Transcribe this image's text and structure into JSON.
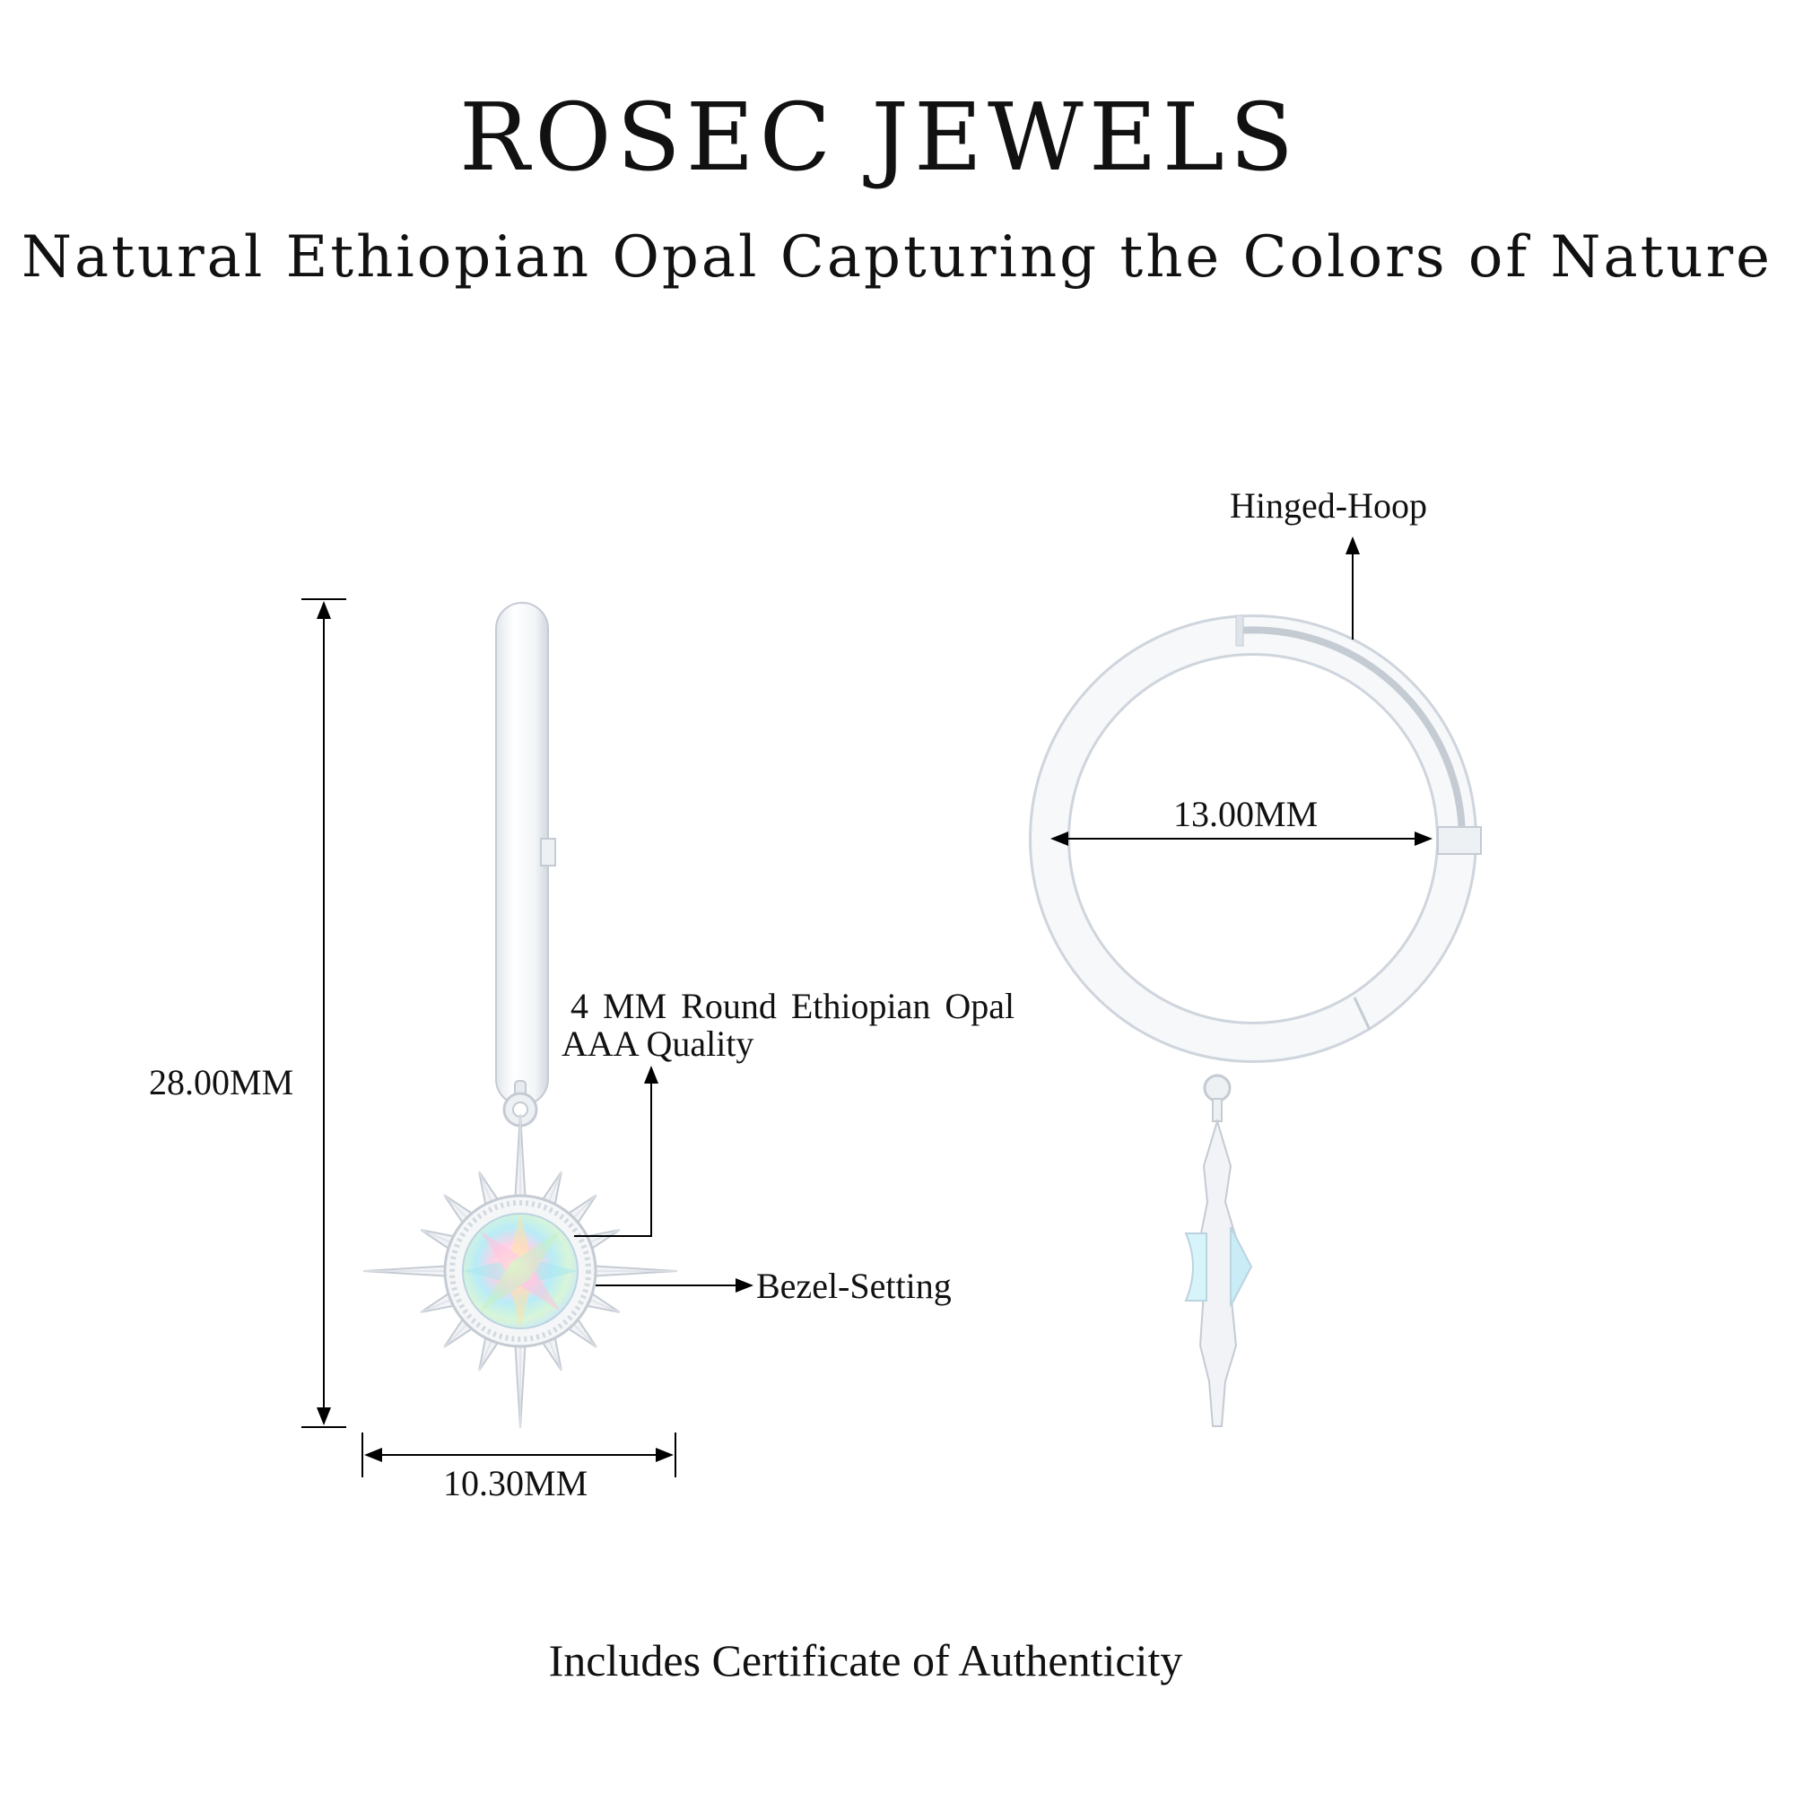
{
  "header": {
    "brand": "ROSEC JEWELS",
    "tagline": "Natural Ethiopian Opal Capturing the Colors of Nature"
  },
  "front_view": {
    "height_label": "28.00MM",
    "width_label": "10.30MM",
    "stone_label_line1": "4 MM Round Ethiopian Opal",
    "stone_label_line2": "AAA Quality",
    "setting_label": "Bezel-Setting"
  },
  "side_view": {
    "hoop_label": "Hinged-Hoop",
    "diameter_label": "13.00MM"
  },
  "footer": {
    "note": "Includes Certificate of Authenticity"
  },
  "colors": {
    "metal": "#f1f3f6",
    "metal_edge": "#c5cbd3",
    "text": "#111111",
    "line": "#000000"
  }
}
